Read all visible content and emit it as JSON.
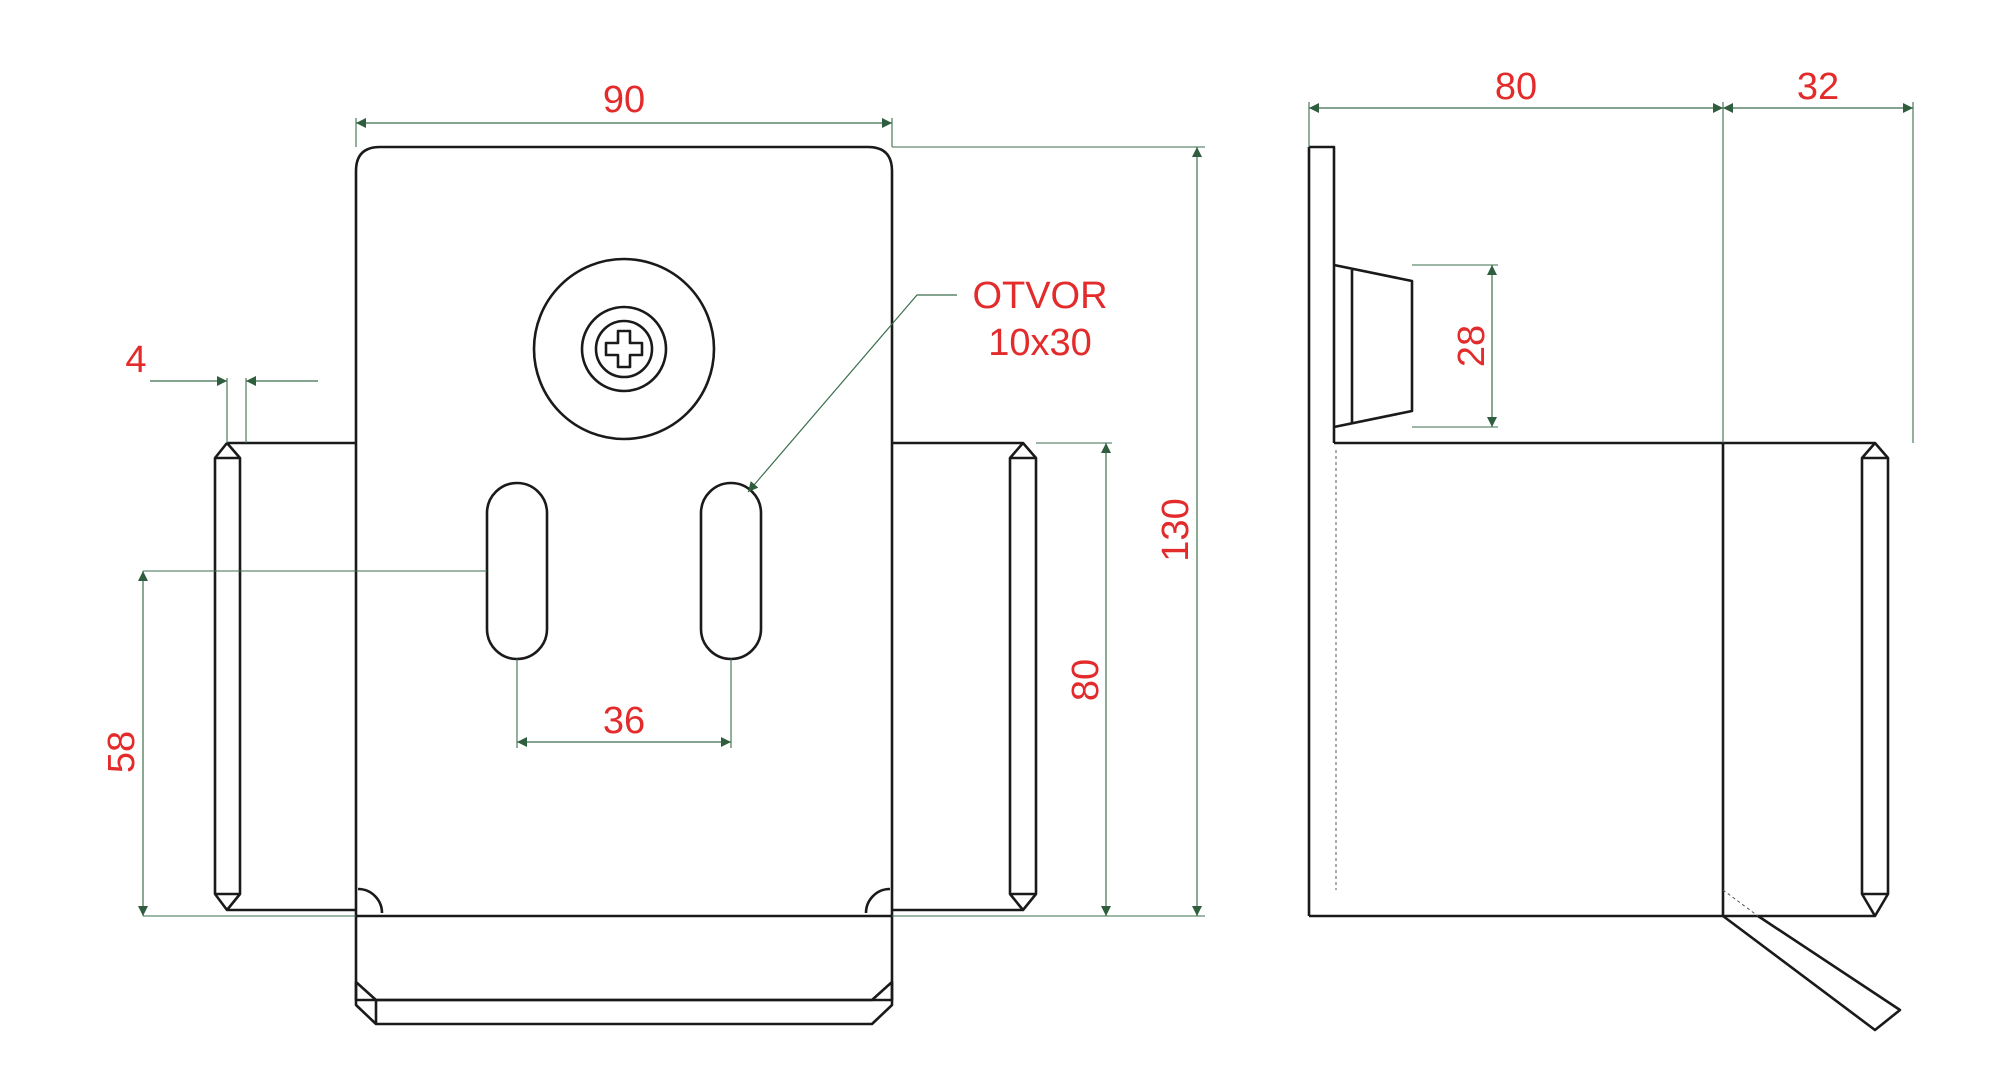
{
  "dimensions": {
    "width_front": "90",
    "height_total": "130",
    "lug_height": "80",
    "edge_offset": "4",
    "slot_height_from_bottom": "58",
    "slot_spacing": "36",
    "side_width": "80",
    "side_depth": "32",
    "boss_height": "28"
  },
  "callout": {
    "line1": "OTVOR",
    "line2": "10x30"
  },
  "colors": {
    "dimension_text": "#e32b2b",
    "dimension_line": "#3c6e4c",
    "outline": "#1a1a1a"
  }
}
